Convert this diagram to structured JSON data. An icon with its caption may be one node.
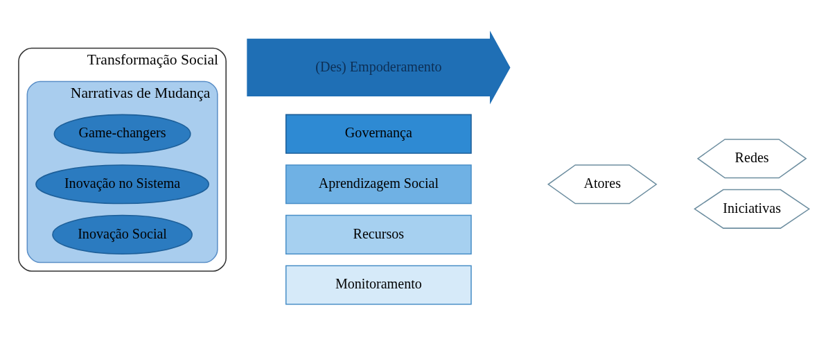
{
  "diagram": {
    "nodes": [
      {
        "text": [
          "Transformação Social"
        ]
      },
      {
        "text": [
          "Narrativas de Mudança"
        ],
        "in": 0
      },
      {
        "text": [
          "Game-changers"
        ],
        "in": 1
      },
      {
        "text": [
          "Inovação no Sistema"
        ],
        "in": 1
      },
      {
        "text": [
          "Inovação Social"
        ],
        "in": 1
      },
      {
        "text": [
          "(Des) Empoderamento"
        ]
      },
      {
        "text": [
          "Governança"
        ]
      },
      {
        "text": [
          "Aprendizagem Social"
        ]
      },
      {
        "text": [
          "Recursos"
        ]
      },
      {
        "text": [
          "Monitoramento"
        ]
      },
      {
        "text": [
          "Atores"
        ]
      },
      {
        "text": [
          "Redes"
        ]
      },
      {
        "text": [
          "Iniciativas"
        ]
      }
    ],
    "edges": []
  }
}
